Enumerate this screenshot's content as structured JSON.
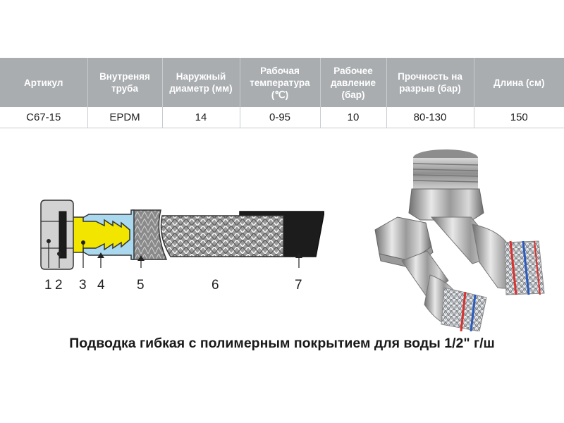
{
  "table": {
    "headers": [
      "Артикул",
      "Внутреняя труба",
      "Наружный диаметр (мм)",
      "Рабочая температура (℃)",
      "Рабочее давление (бар)",
      "Прочность на разрыв (бар)",
      "Длина (см)"
    ],
    "row": [
      "C67-15",
      "EPDM",
      "14",
      "0-95",
      "10",
      "80-130",
      "150"
    ]
  },
  "diagram": {
    "callouts": [
      "1",
      "2",
      "3",
      "4",
      "5",
      "6",
      "7"
    ]
  },
  "caption": "Подводка гибкая с полимерным покрытием для воды 1/2\" г/ш",
  "colors": {
    "header_bg": "#a9adb0",
    "fitting_yellow": "#f2e600",
    "fitting_blue": "#a9d8ef",
    "hose_black": "#1c1c1c"
  }
}
